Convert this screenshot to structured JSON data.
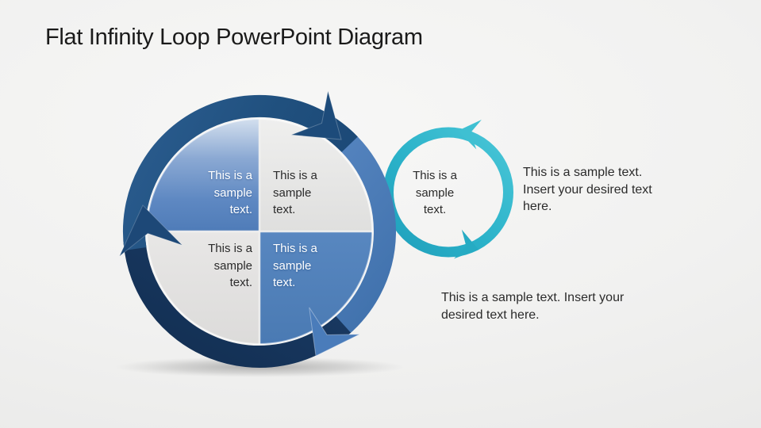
{
  "slide": {
    "title": "Flat Infinity Loop PowerPoint Diagram"
  },
  "diagram": {
    "quadrant_top_left": {
      "text": "This is a sample text."
    },
    "quadrant_top_right": {
      "text": "This is a sample text."
    },
    "quadrant_bottom_left": {
      "text": "This is a sample text."
    },
    "quadrant_bottom_right": {
      "text": "This is a sample text."
    },
    "small_loop": {
      "text": "This is a sample text."
    },
    "note_right": {
      "text": "This is a sample text. Insert your desired text here."
    },
    "note_bottom": {
      "text": "This is a sample text. Insert your desired text here."
    }
  },
  "colors": {
    "navy": "#1f4e79",
    "navy_dark": "#16365f",
    "blue_arc": "#4a7dba",
    "quadrant_blue": "#4f81bd",
    "quadrant_gray": "#e3e3e2",
    "teal": "#2bb2c9",
    "title_text": "#1a1a1a",
    "body_text": "#2b2b2b",
    "background": "#f0f0ef"
  }
}
